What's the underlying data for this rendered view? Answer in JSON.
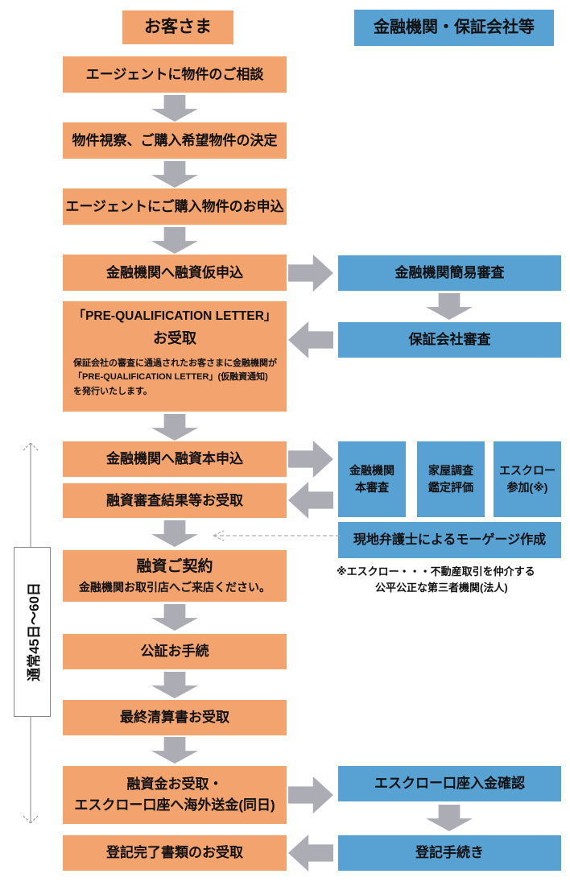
{
  "colors": {
    "customer_box": "#f2a36e",
    "institution_box": "#58a1d3",
    "arrow_gray": "#abacb4"
  },
  "headers": {
    "customer": "お客さま",
    "institution": "金融機関・保証会社等"
  },
  "customer": {
    "step1": "エージェントに物件のご相談",
    "step2": "物件視察、ご購入希望物件の決定",
    "step3": "エージェントにご購入物件のお申込",
    "step4": "金融機関へ融資仮申込",
    "prequal": {
      "title_line1": "「PRE-QUALIFICATION LETTER」",
      "title_line2": "お受取",
      "desc_line1": "保証会社の審査に通過されたお客さまに金融機関が",
      "desc_line2": "「PRE-QUALIFICATION LETTER」(仮融資通知)",
      "desc_line3": "を発行いたします。"
    },
    "step6": "金融機関へ融資本申込",
    "step7": "融資審査結果等お受取",
    "contract": {
      "title": "融資ご契約",
      "sub": "金融機関お取引店へご来店ください。"
    },
    "step9": "公証お手続",
    "step10": "最終清算書お受取",
    "remittance": {
      "line1": "融資金お受取・",
      "line2": "エスクロー口座へ海外送金(同日)"
    },
    "step12": "登記完了書類のお受取"
  },
  "institution": {
    "simple_screening": "金融機関簡易審査",
    "guarantor_screening": "保証会社審査",
    "full_screening": {
      "line1": "金融機関",
      "line2": "本審査"
    },
    "appraisal": {
      "line1": "家屋調査",
      "line2": "鑑定評価"
    },
    "escrow_join": {
      "line1": "エスクロー",
      "line2": "参加(※)"
    },
    "mortgage": "現地弁護士によるモーゲージ作成",
    "escrow_confirm": "エスクロー口座入金確認",
    "registration": "登記手続き"
  },
  "note": {
    "line1": "※エスクロー・・・不動産取引を仲介する",
    "line2": "公平公正な第三者機関(法人)"
  },
  "duration_label": "通常45日〜60日"
}
